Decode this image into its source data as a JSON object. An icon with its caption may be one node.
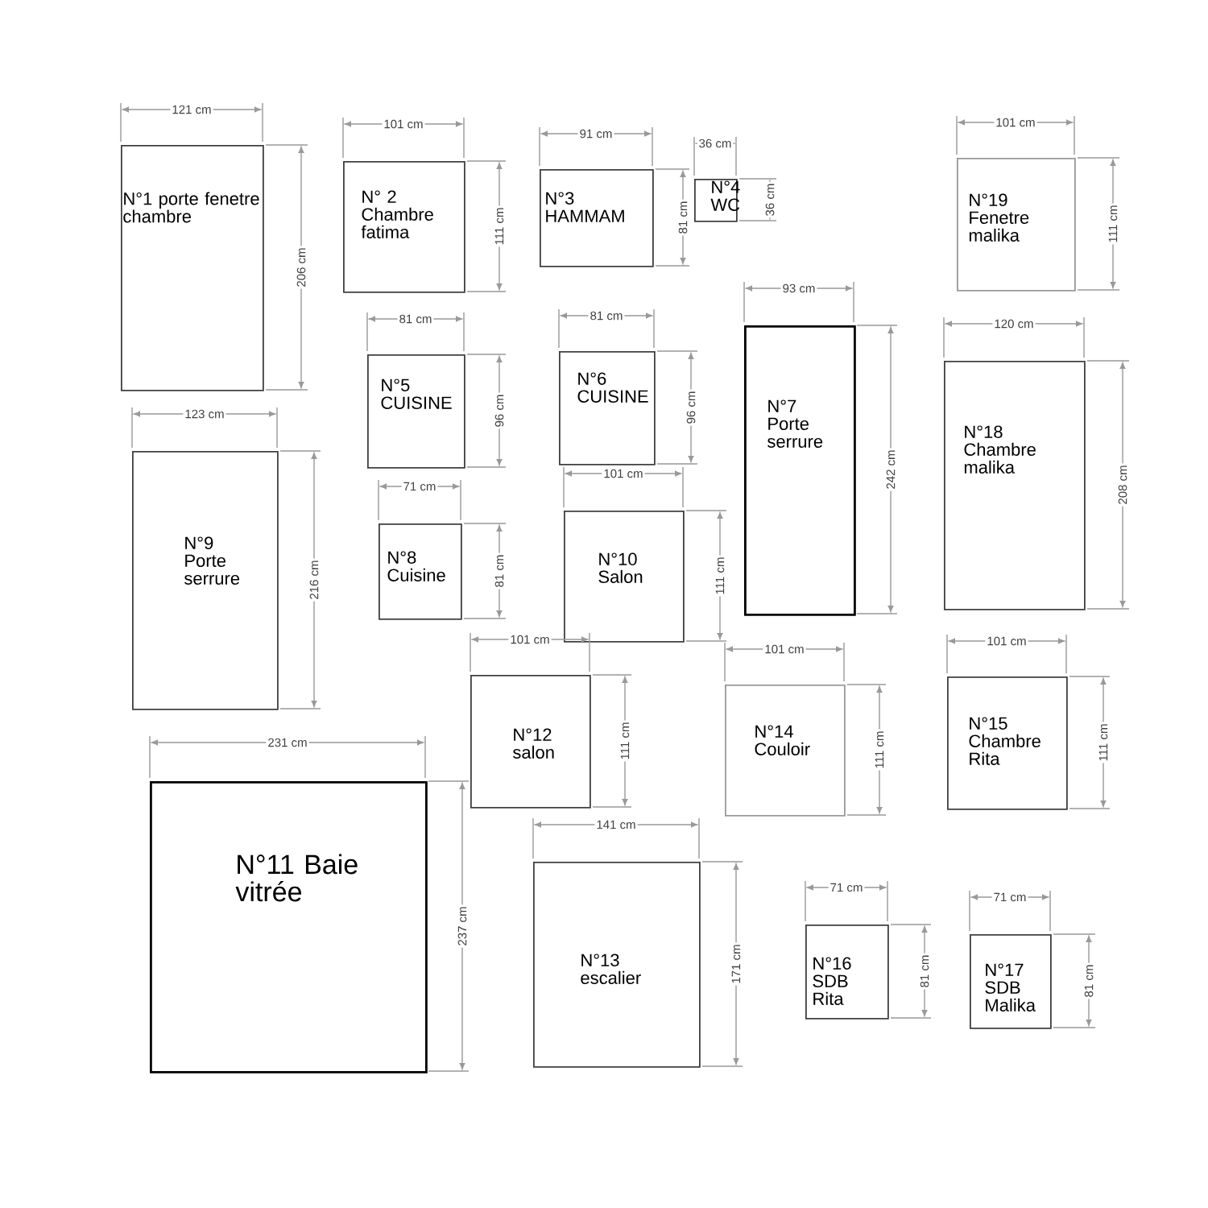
{
  "diagram": {
    "nodes": [
      {
        "text": [
          "N°1 porte fenetre chambre"
        ]
      },
      {
        "text": [
          "N° 2 Chambre fatima"
        ]
      },
      {
        "text": [
          "N°3 HAMMAM"
        ]
      },
      {
        "text": [
          "N°4 WC"
        ]
      },
      {
        "text": [
          "N°5 CUISINE"
        ]
      },
      {
        "text": [
          "N°6 CUISINE"
        ]
      },
      {
        "text": [
          "N°7 Porte serrure"
        ]
      },
      {
        "text": [
          "N°8 Cuisine"
        ]
      },
      {
        "text": [
          "N°9 Porte serrure"
        ]
      },
      {
        "text": [
          "N°10 Salon"
        ]
      },
      {
        "text": [
          "N°11 Baie vitrée"
        ]
      },
      {
        "text": [
          "N°12 salon"
        ]
      },
      {
        "text": [
          "N°13 escalier"
        ]
      },
      {
        "text": [
          "N°14 Couloir"
        ]
      },
      {
        "text": [
          "N°15 Chambre Rita"
        ]
      },
      {
        "text": [
          "N°16 SDB Rita"
        ]
      },
      {
        "text": [
          "N°17 SDB Malika"
        ]
      },
      {
        "text": [
          "N°18 Chambre malika"
        ]
      },
      {
        "text": [
          "N°19 Fenetre malika"
        ]
      }
    ],
    "labels": [
      "121 cm",
      "206 cm",
      "101 cm",
      "111 cm",
      "91 cm",
      "81 cm",
      "36 cm",
      "36 cm",
      "81 cm",
      "96 cm",
      "81 cm",
      "96 cm",
      "93 cm",
      "242 cm",
      "71 cm",
      "81 cm",
      "123 cm",
      "216 cm",
      "101 cm",
      "111 cm",
      "231 cm",
      "237 cm",
      "101 cm",
      "111 cm",
      "141 cm",
      "171 cm",
      "101 cm",
      "111 cm",
      "101 cm",
      "111 cm",
      "71 cm",
      "81 cm",
      "71 cm",
      "81 cm",
      "120 cm",
      "208 cm",
      "101 cm",
      "111 cm"
    ]
  }
}
